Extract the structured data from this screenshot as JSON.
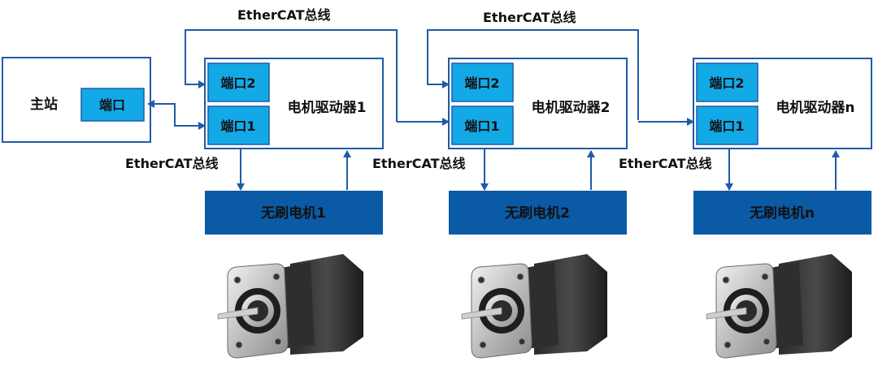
{
  "colors": {
    "line": "#1f5ba8",
    "box_border": "#1f5ba8",
    "port_fill": "#13a8e6",
    "motor_bar": "#0b5aa6",
    "motor_text": "#ffffff",
    "label": "#111111"
  },
  "master": {
    "label": "主站",
    "port_label": "端口"
  },
  "bus_label": "EtherCAT总线",
  "drivers": [
    {
      "label": "电机驱动器1",
      "port2": "端口2",
      "port1": "端口1",
      "motor_label": "无刷电机1"
    },
    {
      "label": "电机驱动器2",
      "port2": "端口2",
      "port1": "端口1",
      "motor_label": "无刷电机2"
    },
    {
      "label": "电机驱动器n",
      "port2": "端口2",
      "port1": "端口1",
      "motor_label": "无刷电机n"
    }
  ]
}
